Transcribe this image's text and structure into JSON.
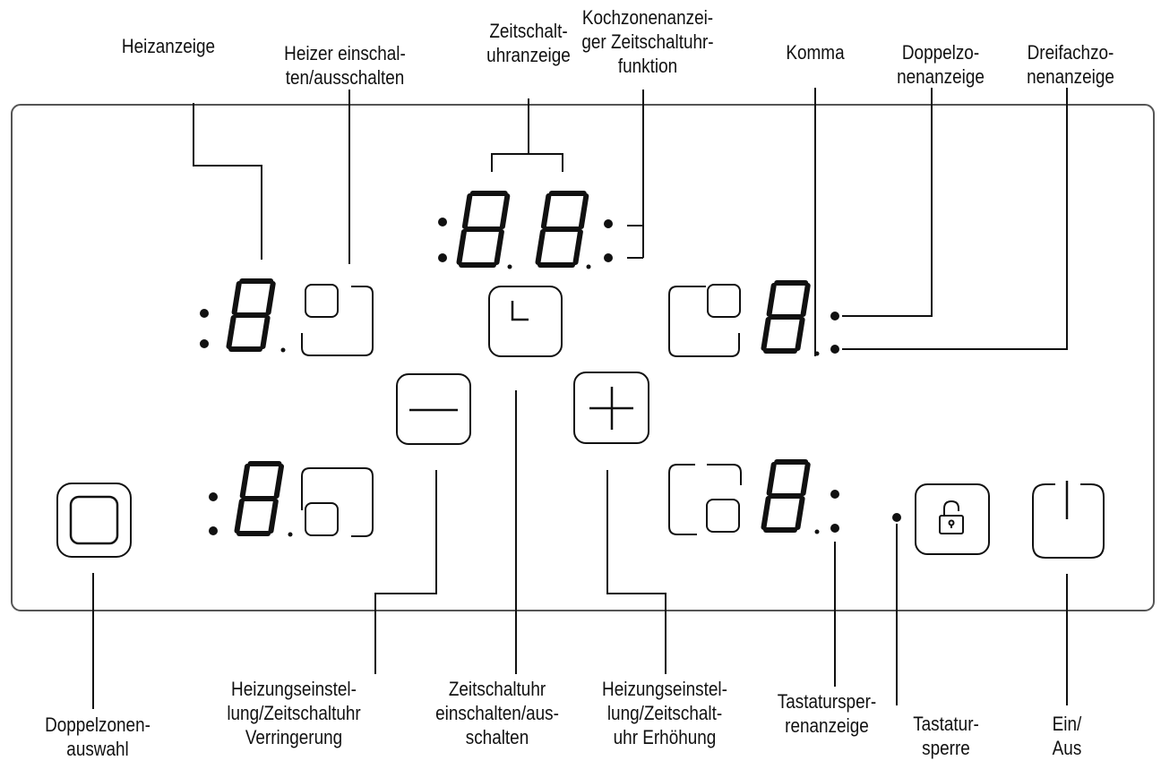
{
  "colors": {
    "ink": "#111111",
    "panel_border": "#555555",
    "background": "#ffffff"
  },
  "displays": {
    "top_digits": [
      "8",
      "8"
    ],
    "front_left_digit": "8",
    "rear_left_digit": "8",
    "front_right_digit": "8",
    "rear_right_digit": "8"
  },
  "controls": {
    "timer_key_icon": "clock-icon",
    "minus_key_icon": "minus-icon",
    "plus_key_icon": "plus-icon",
    "lock_key_icon": "padlock-icon",
    "power_key_icon": "power-icon",
    "dual_zone_key_icon": "square-icon"
  },
  "labels": {
    "heizanzeige": [
      "Heizanzeige"
    ],
    "heizer_schalten": [
      "Heizer einschal-",
      "ten/ausschalten"
    ],
    "zeitschaltuhranzeige": [
      "Zeitschalt-",
      "uhranzeige"
    ],
    "kochzonenanzeige": [
      "Kochzonenanzei-",
      "ger Zeitschaltuhr-",
      "funktion"
    ],
    "komma": [
      "Komma"
    ],
    "doppelzonenanzeige": [
      "Doppelzo-",
      "nenanzeige"
    ],
    "dreifachzonenanzeige": [
      "Dreifachzo-",
      "nenanzeige"
    ],
    "doppelzonenauswahl": [
      "Doppelzonen-",
      "auswahl"
    ],
    "verringerung": [
      "Heizungseinstel-",
      "lung/Zeitschaltuhr",
      "Verringerung"
    ],
    "zeitschaltuhr_schalten": [
      "Zeitschaltuhr",
      "einschalten/aus-",
      "schalten"
    ],
    "erhoehung": [
      "Heizungseinstel-",
      "lung/Zeitschalt-",
      "uhr Erhöhung"
    ],
    "tastatursperrenanzeige": [
      "Tastatursper-",
      "renanzeige"
    ],
    "tastatursperre": [
      "Tastatur-",
      "sperre"
    ],
    "ein_aus": [
      "Ein/",
      "Aus"
    ]
  }
}
